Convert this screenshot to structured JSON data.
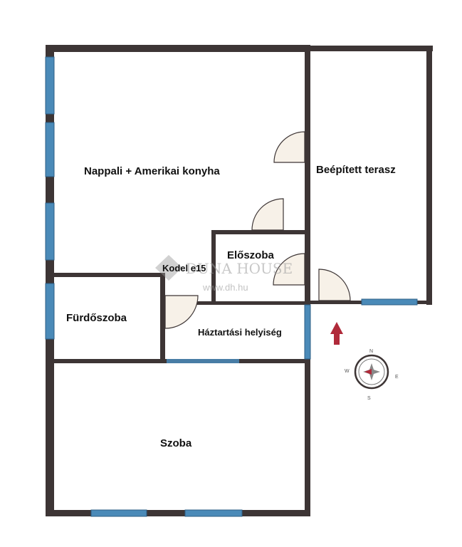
{
  "rooms": {
    "living": "Nappali + Amerikai konyha",
    "terrace": "Beépített terasz",
    "hall": "Előszoba",
    "bathroom": "Fürdőszoba",
    "utility": "Háztartási helyiség",
    "bedroom": "Szoba",
    "partial_label": "Kodel e15"
  },
  "watermark": {
    "brand": "DUNA HOUSE",
    "url": "www.dh.hu"
  },
  "compass": {
    "n": "N",
    "e": "E",
    "s": "S",
    "w": "W"
  },
  "colors": {
    "wall": "#3d3535",
    "window": "#4a8ab8",
    "floor": "#ffffff",
    "door_fill": "#f7f1e8",
    "entrance_arrow": "#b02a3a"
  }
}
